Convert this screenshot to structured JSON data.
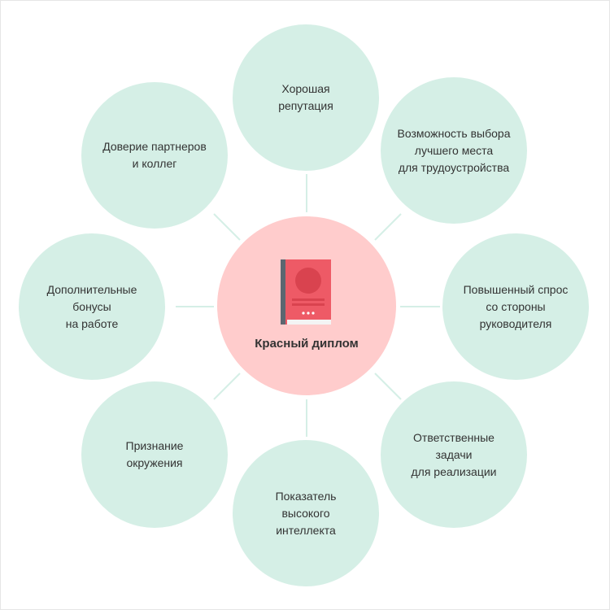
{
  "center": {
    "title": "Красный диплом",
    "icon": "diploma-book-icon"
  },
  "colors": {
    "outer_circle": "#d5efe6",
    "center_circle": "#ffcccc",
    "connector": "#d5efe6",
    "book_cover": "#ee5a66",
    "book_spine": "#5d6670",
    "text": "#333333"
  },
  "benefits": [
    {
      "label": "Хорошая\nрепутация"
    },
    {
      "label": "Возможность выбора\nлучшего места\nдля трудоустройства"
    },
    {
      "label": "Повышенный спрос\nсо стороны\nруководителя"
    },
    {
      "label": "Ответственные\nзадачи\nдля реализации"
    },
    {
      "label": "Показатель\nвысокого\nинтеллекта"
    },
    {
      "label": "Признание\nокружения"
    },
    {
      "label": "Дополнительные\nбонусы\nна работе"
    },
    {
      "label": "Доверие партнеров\nи коллег"
    }
  ]
}
